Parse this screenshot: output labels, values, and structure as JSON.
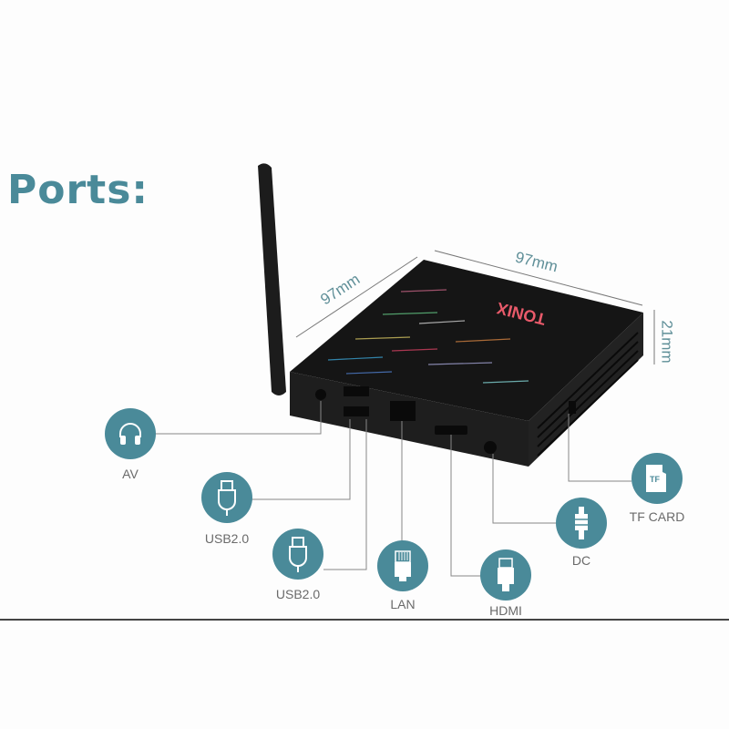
{
  "title": "Ports:",
  "product": {
    "brand": "TONIX"
  },
  "dimensions": {
    "depth": "97mm",
    "width": "97mm",
    "height": "21mm"
  },
  "ports": [
    {
      "id": "av",
      "label": "AV",
      "icon": "headphones-icon"
    },
    {
      "id": "usb1",
      "label": "USB2.0",
      "icon": "usb-icon"
    },
    {
      "id": "usb2",
      "label": "USB2.0",
      "icon": "usb-icon"
    },
    {
      "id": "lan",
      "label": "LAN",
      "icon": "ethernet-icon"
    },
    {
      "id": "hdmi",
      "label": "HDMI",
      "icon": "hdmi-icon"
    },
    {
      "id": "dc",
      "label": "DC",
      "icon": "dc-plug-icon"
    },
    {
      "id": "tf",
      "label": "TF CARD",
      "icon": "tf-card-icon"
    }
  ],
  "tf_icon_text": "TF",
  "colors": {
    "accent": "#4a8a99",
    "device": "#1a1a1a",
    "label": "#6a6a6a"
  }
}
